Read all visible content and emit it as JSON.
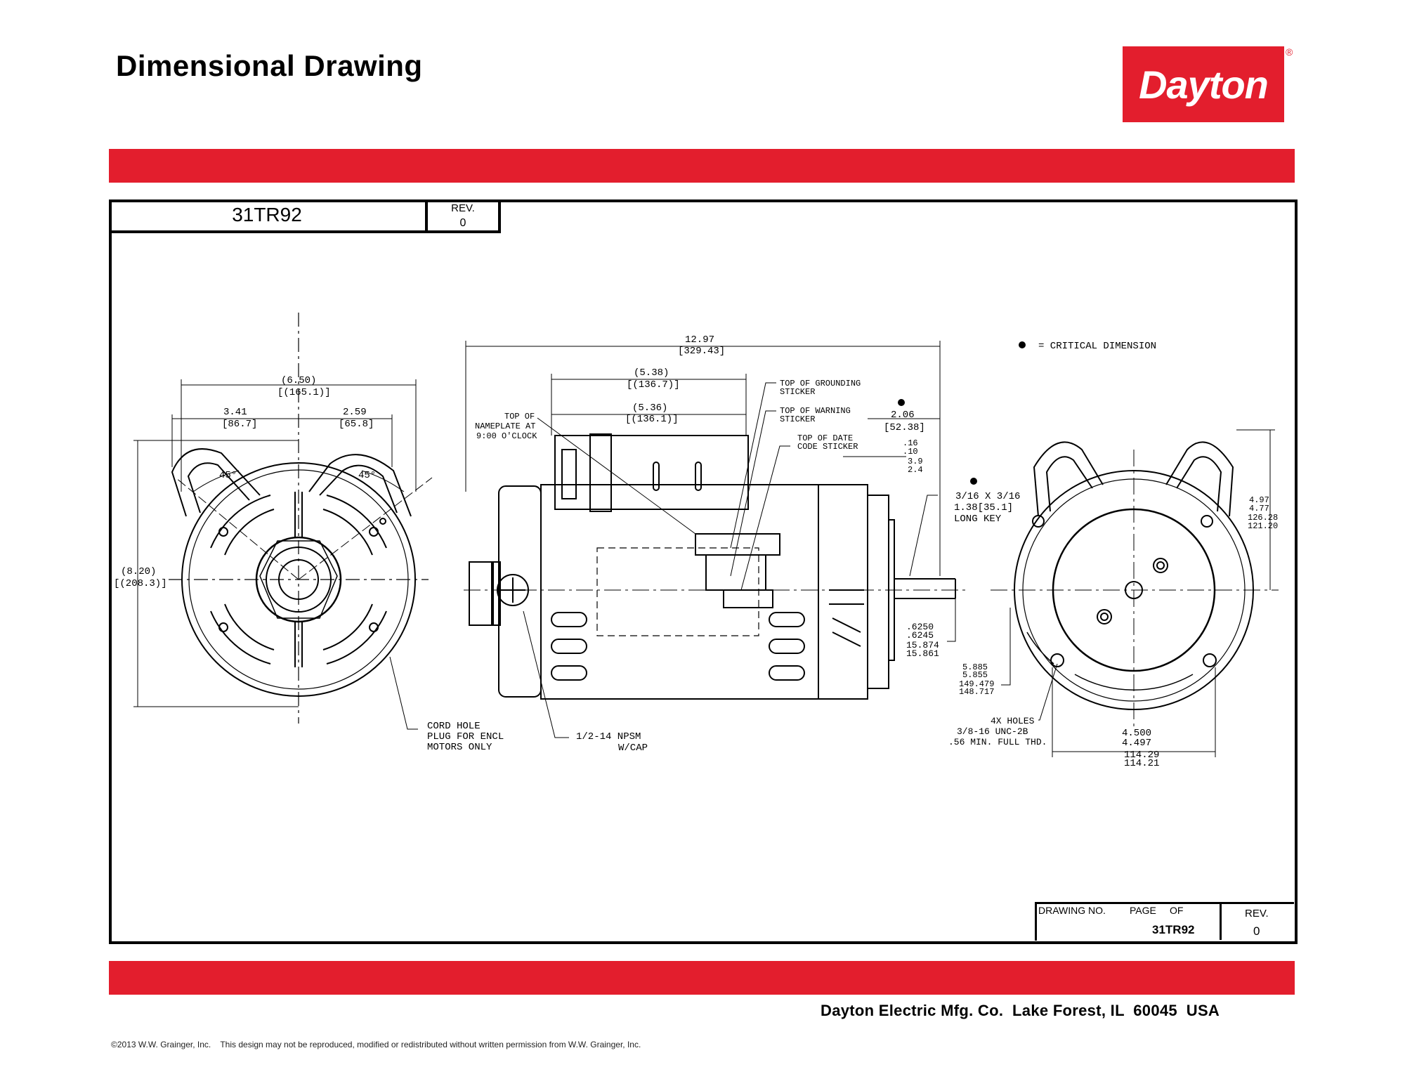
{
  "header": {
    "title": "Dimensional Drawing",
    "brand": "Dayton",
    "brand_mark": "®"
  },
  "colors": {
    "accent": "#e31e2d",
    "line": "#000000"
  },
  "part": {
    "number": "31TR92",
    "rev_label": "REV.",
    "rev_value": "0"
  },
  "title_block": {
    "drawing_no_label": "DRAWING NO.",
    "page_label": "PAGE",
    "of_label": "OF",
    "drawing_no": "31TR92",
    "rev_label": "REV.",
    "rev_value": "0"
  },
  "legend": {
    "critical": "= CRITICAL DIMENSION"
  },
  "front_view": {
    "overall_width_in": "(6.50)",
    "overall_width_mm": "[(165.1)]",
    "left_in": "3.41",
    "left_mm": "[86.7]",
    "right_in": "2.59",
    "right_mm": "[65.8]",
    "angle_left": "45°",
    "angle_right": "45°",
    "height_in": "(8.20)",
    "height_mm": "[(208.3)]",
    "cord_note": [
      "CORD HOLE",
      "PLUG FOR ENCL",
      "MOTORS ONLY"
    ]
  },
  "side_view": {
    "length_in": "12.97",
    "length_mm": "[329.43]",
    "d1_in": "(5.38)",
    "d1_mm": "[(136.7)]",
    "d2_in": "(5.36)",
    "d2_mm": "[(136.1)]",
    "nameplate_note": [
      "TOP OF",
      "NAMEPLATE AT",
      "9:00 O'CLOCK"
    ],
    "grounding_note": [
      "TOP OF GROUNDING",
      "STICKER"
    ],
    "warning_note": [
      "TOP OF WARNING",
      "STICKER"
    ],
    "date_note": [
      "TOP OF DATE",
      "CODE STICKER"
    ],
    "shaft_len_in": "2.06",
    "shaft_len_mm": "[52.38]",
    "flat_in_1": ".16",
    "flat_in_2": ".10",
    "flat_mm_1": "3.9",
    "flat_mm_2": "2.4",
    "key_note": [
      "3/16 X 3/16",
      "1.38[35.1]",
      "LONG KEY"
    ],
    "shaft_dia_in_1": ".6250",
    "shaft_dia_in_2": ".6245",
    "shaft_dia_mm_1": "15.874",
    "shaft_dia_mm_2": "15.861",
    "pilot_in_1": "5.885",
    "pilot_in_2": "5.855",
    "pilot_mm_1": "149.479",
    "pilot_mm_2": "148.717",
    "npsm_note": [
      "1/2-14 NPSM",
      "W/CAP"
    ]
  },
  "end_view": {
    "height_in_1": "4.97",
    "height_in_2": "4.77",
    "height_mm_1": "126.28",
    "height_mm_2": "121.20",
    "holes_note": [
      "4X HOLES",
      "3/8-16 UNC-2B",
      ".56 MIN. FULL THD."
    ],
    "bolt_in_1": "4.500",
    "bolt_in_2": "4.497",
    "bolt_mm_1": "114.29",
    "bolt_mm_2": "114.21"
  },
  "footer": {
    "company": "Dayton Electric Mfg. Co.  Lake Forest, IL  60045  USA",
    "copyright": "©2013 W.W. Grainger, Inc.    This design may not be reproduced, modified or redistributed without written permission from W.W. Grainger, Inc."
  }
}
